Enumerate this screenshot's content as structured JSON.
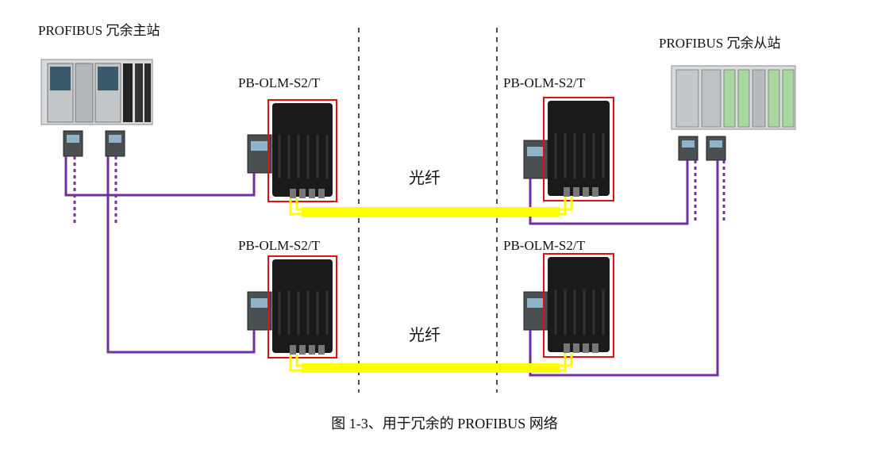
{
  "master": {
    "title": "PROFIBUS 冗余主站"
  },
  "slave": {
    "title": "PROFIBUS 冗余从站"
  },
  "olm": {
    "top_left": "PB-OLM-S2/T",
    "top_right": "PB-OLM-S2/T",
    "bottom_left": "PB-OLM-S2/T",
    "bottom_right": "PB-OLM-S2/T"
  },
  "fiber": {
    "top_label": "光纤",
    "bottom_label": "光纤"
  },
  "caption": "图 1-3、用于冗余的 PROFIBUS 网络",
  "colors": {
    "profibus_cable": "#7030a0",
    "fiber_cable": "#ffff00",
    "highlight_border": "#e01010",
    "module_body": "#1a1a1a"
  }
}
